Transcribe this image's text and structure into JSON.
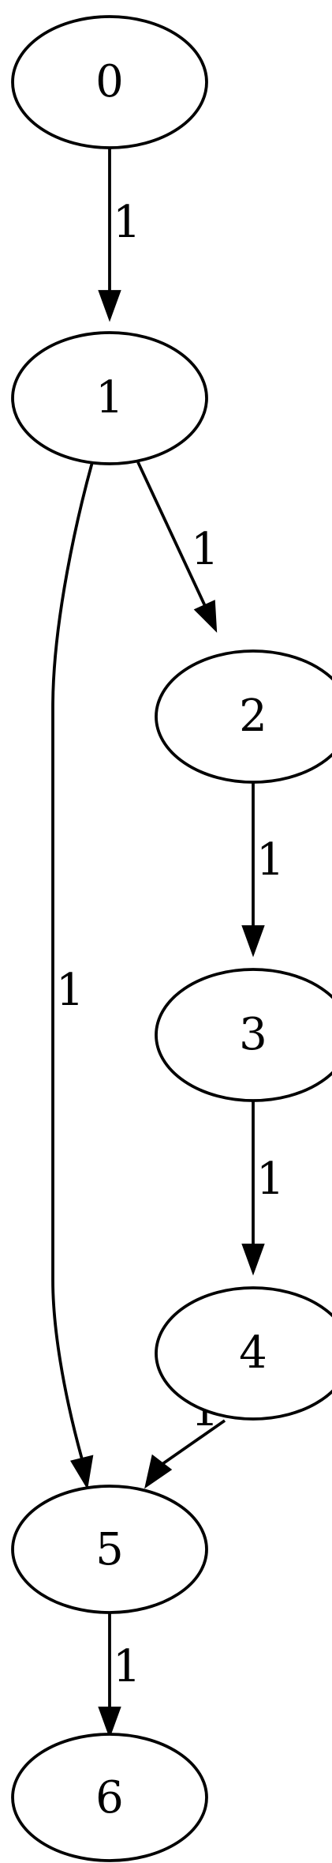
{
  "graph": {
    "nodes": [
      {
        "id": "0",
        "label": "0"
      },
      {
        "id": "1",
        "label": "1"
      },
      {
        "id": "2",
        "label": "2"
      },
      {
        "id": "3",
        "label": "3"
      },
      {
        "id": "4",
        "label": "4"
      },
      {
        "id": "5",
        "label": "5"
      },
      {
        "id": "6",
        "label": "6"
      }
    ],
    "edges": [
      {
        "from": "0",
        "to": "1",
        "label": "1"
      },
      {
        "from": "1",
        "to": "2",
        "label": "1"
      },
      {
        "from": "1",
        "to": "5",
        "label": "1"
      },
      {
        "from": "2",
        "to": "3",
        "label": "1"
      },
      {
        "from": "3",
        "to": "4",
        "label": "1"
      },
      {
        "from": "4",
        "to": "5",
        "label": "1"
      },
      {
        "from": "5",
        "to": "6",
        "label": "1"
      }
    ]
  }
}
